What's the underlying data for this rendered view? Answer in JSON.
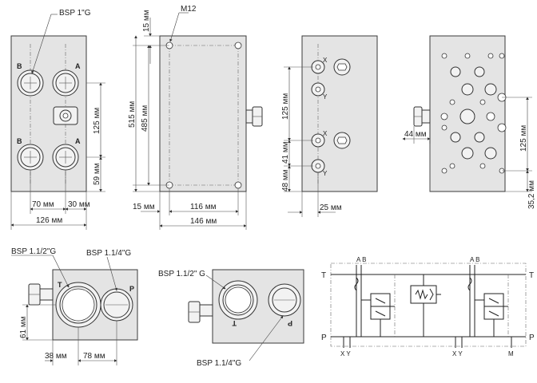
{
  "view_front": {
    "callout_thread": "BSP 1\"G",
    "dim_vertical_1": "125 мм",
    "dim_vertical_2": "59 мм",
    "dim_horizontal_1": "70 мм",
    "dim_horizontal_2": "30 мм",
    "dim_overall": "126 мм",
    "port_marks": [
      "B",
      "A",
      "B",
      "A"
    ]
  },
  "view_side": {
    "callout_mount": "M12",
    "dim_top": "15 мм",
    "dim_overall_h": "515 мм",
    "dim_hole_h": "485 мм",
    "dim_edge": "15 мм",
    "dim_hole_w": "116 мм",
    "dim_overall_w": "146 мм"
  },
  "view_ports": {
    "dim_v1": "125 мм",
    "dim_v2": "41 мм",
    "dim_v3": "48 мм",
    "dim_h": "25 мм",
    "port_marks": [
      "X",
      "Y",
      "X",
      "Y"
    ]
  },
  "view_back": {
    "dim_h": "44 мм",
    "dim_v1": "125 мм",
    "dim_v2": "35,2 мм"
  },
  "view_bottom": {
    "callout_a": "BSP 1.1/2\"G",
    "callout_b": "BSP 1.1/4\"G",
    "dim_v": "61 мм",
    "dim_h1": "38 мм",
    "dim_h2": "78 мм",
    "port_marks": [
      "T",
      "P"
    ]
  },
  "view_iso": {
    "callout_a": "BSP 1.1/2\" G",
    "callout_b": "BSP 1.1/4\"G",
    "port_marks": [
      "T",
      "P"
    ]
  },
  "schematic": {
    "label_T_left": "T",
    "label_T_right": "T",
    "label_P_left": "P",
    "label_P_right": "P",
    "label_AB_left": "A B",
    "label_AB_right": "A B",
    "label_XY_left": "X Y",
    "label_XY_right": "X Y",
    "label_M": "M"
  }
}
